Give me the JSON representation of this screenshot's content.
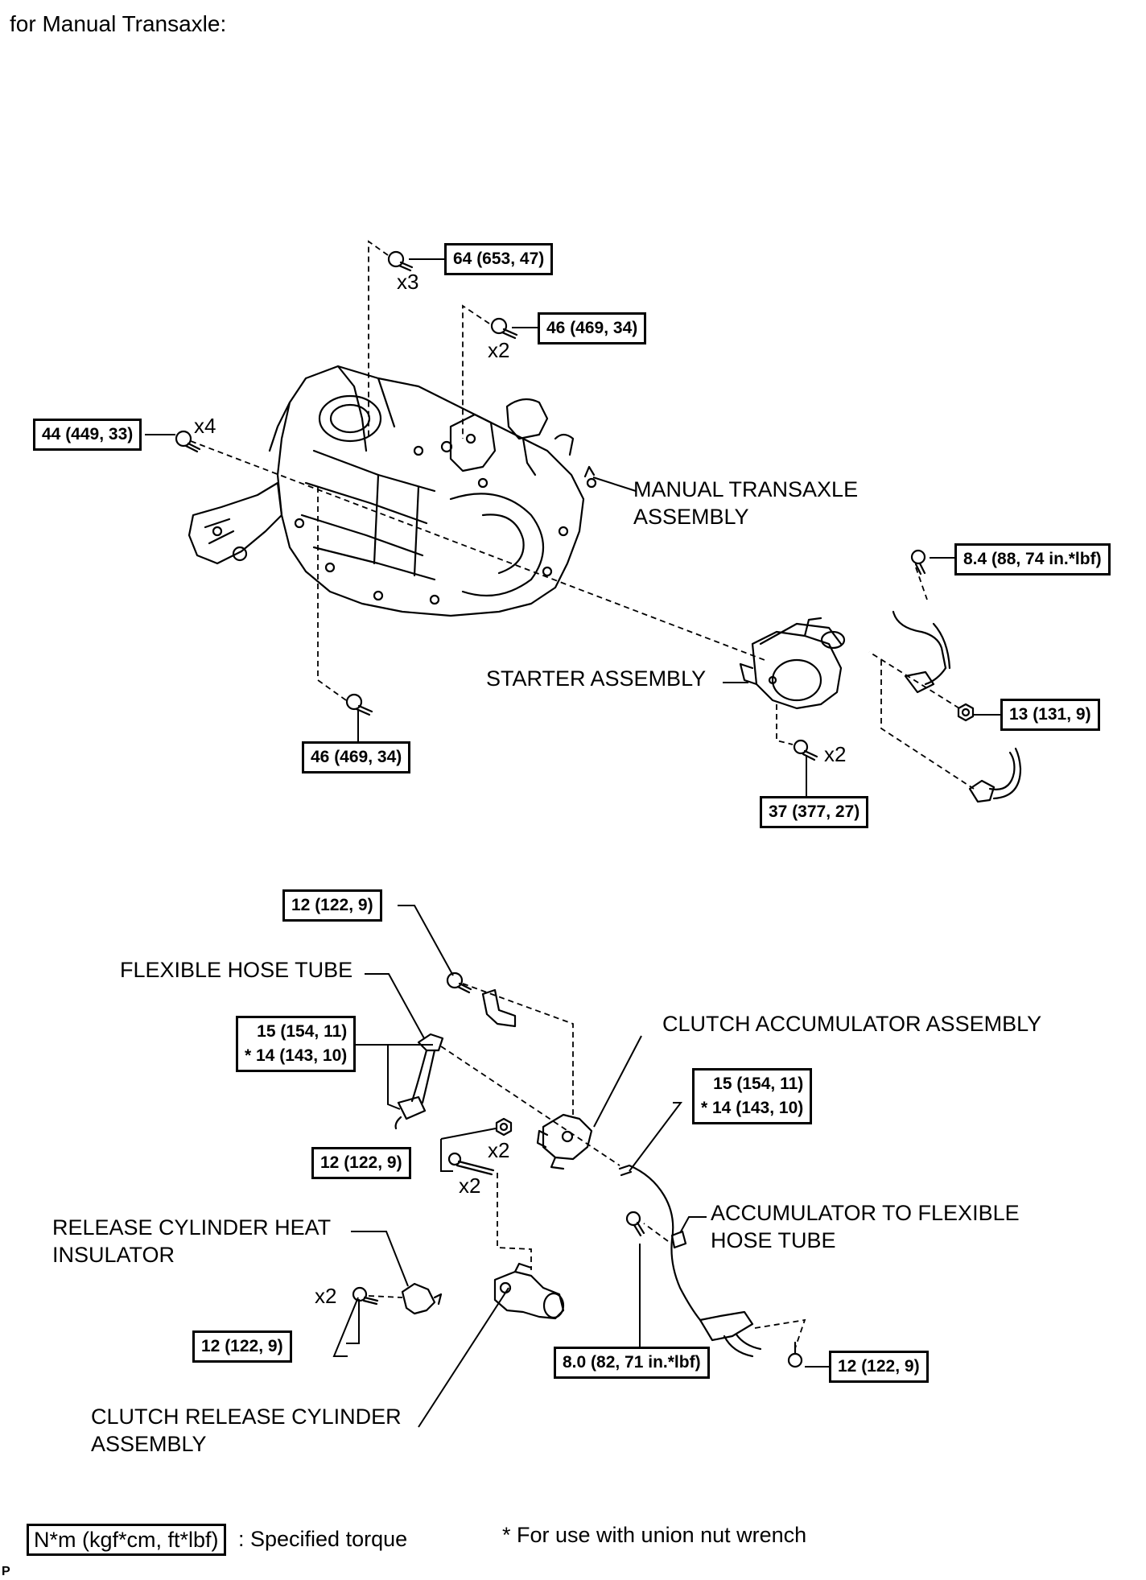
{
  "header": {
    "title": "for Manual Transaxle:"
  },
  "components": {
    "manual_transaxle": [
      "MANUAL TRANSAXLE",
      "ASSEMBLY"
    ],
    "starter": "STARTER ASSEMBLY",
    "flexible_hose_tube": "FLEXIBLE HOSE TUBE",
    "clutch_accumulator": "CLUTCH ACCUMULATOR ASSEMBLY",
    "accumulator_to_hose": [
      "ACCUMULATOR TO FLEXIBLE",
      "HOSE TUBE"
    ],
    "heat_insulator": [
      "RELEASE CYLINDER HEAT",
      "INSULATOR"
    ],
    "release_cylinder": [
      "CLUTCH RELEASE CYLINDER",
      "ASSEMBLY"
    ]
  },
  "torques": {
    "t_top_bolt": "64 (653, 47)",
    "t_mid_bolt": "46 (469, 34)",
    "t_left_bolt": "44 (449, 33)",
    "t_bottom_bolt": "46 (469, 34)",
    "t_starter_wire": "8.4 (88, 74 in.*lbf)",
    "t_starter_nut": "13 (131, 9)",
    "t_starter_bolt": "37 (377, 27)",
    "t_bracket_bolt": "12 (122, 9)",
    "t_hose_left": [
      "15 (154, 11)",
      "* 14 (143, 10)"
    ],
    "t_hose_right": [
      "15 (154, 11)",
      "* 14 (143, 10)"
    ],
    "t_accum_nut": "12 (122, 9)",
    "t_insulator_bolt": "12 (122, 9)",
    "t_tube_clamp": "8.0 (82, 71 in.*lbf)",
    "t_tube_bracket": "12 (122, 9)"
  },
  "quantities": {
    "q_top": "x3",
    "q_mid": "x2",
    "q_left": "x4",
    "q_starter": "x2",
    "q_accum_nut": "x2",
    "q_accum_stud": "x2",
    "q_insulator": "x2"
  },
  "legend": {
    "unit_box": "N*m (kgf*cm, ft*lbf)",
    "unit_desc": ": Specified torque",
    "note": "* For use with union nut wrench"
  },
  "footer": {
    "code": "P"
  },
  "colors": {
    "line": "#000000",
    "background": "#ffffff"
  }
}
